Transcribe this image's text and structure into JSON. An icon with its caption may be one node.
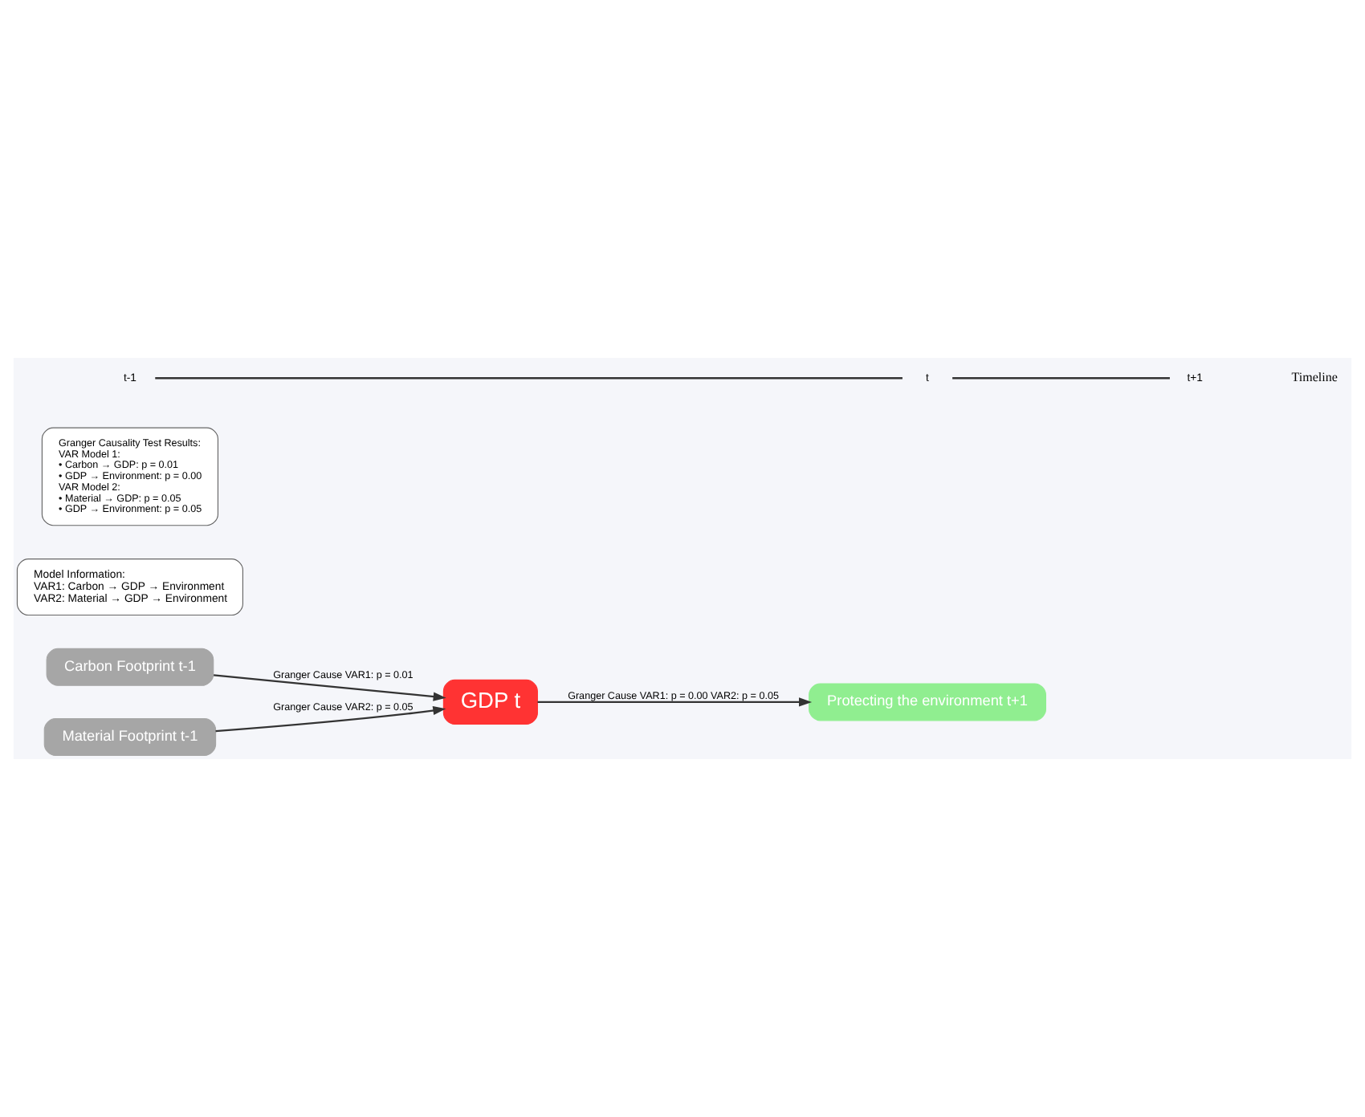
{
  "diagram": {
    "nodes": [
      {
        "text": [
          "Carbon Footprint t-1"
        ]
      },
      {
        "text": [
          "Material Footprint t-1"
        ]
      },
      {
        "text": [
          "GDP t"
        ]
      },
      {
        "text": [
          "Protecting the environment t+1"
        ]
      },
      {
        "text": [
          "Model Information:",
          "VAR1: Carbon → GDP → Environment",
          "VAR2: Material → GDP → Environment"
        ]
      },
      {
        "text": [
          "Granger Causality Test Results:",
          "VAR Model 1:",
          "• Carbon → GDP: p = 0.01",
          "• GDP → Environment: p = 0.00",
          "VAR Model 2:",
          "• Material → GDP: p = 0.05",
          "• GDP → Environment: p = 0.05"
        ]
      }
    ],
    "edges": [
      {
        "from": 0,
        "to": 2,
        "arrow": "to",
        "label": "Granger Cause VAR1: p = 0.01"
      },
      {
        "from": 1,
        "to": 2,
        "arrow": "to",
        "label": "Granger Cause VAR2: p = 0.05"
      },
      {
        "from": 2,
        "to": 3,
        "arrow": "to",
        "label": "Granger Cause VAR1: p = 0.00 VAR2: p = 0.05"
      }
    ],
    "labels": [
      "t-1",
      "t",
      "t+1",
      "Timeline"
    ]
  }
}
